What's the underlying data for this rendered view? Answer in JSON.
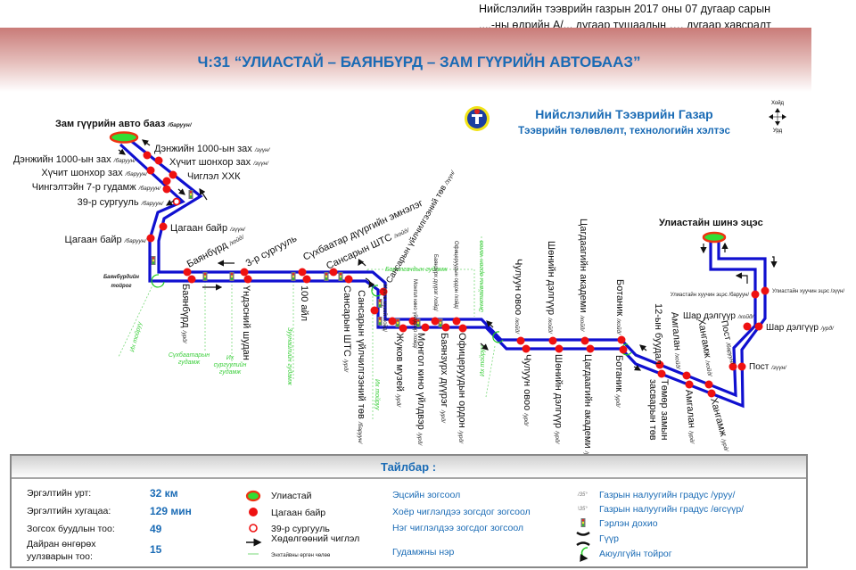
{
  "header": {
    "note_line1": "Нийслэлийн тээврийн газрын 2017 оны 07 дугаар  сарын",
    "note_line2": "....-ны өдрийн А/... дугаар тушаалын …. дугаар хавсралт",
    "title": "Ч:31 “УЛИАСТАЙ – БАЯНБҮРД – ЗАМ ГҮҮРИЙН АВТОБААЗ”",
    "org_name": "Нийслэлийн Тээврийн Газар",
    "org_dept": "Тээврийн төлөвлөлт, технологийн хэлтэс",
    "compass_north": "Хойд",
    "compass_south": "Урд"
  },
  "colors": {
    "route": "#1010d0",
    "stop": "#ee1111",
    "terminal_fill": "#33dd33",
    "street": "#3ecf3e",
    "title": "#1a6bb5"
  },
  "stops": {
    "depot": {
      "name": "Зам гүүрийн авто бааз",
      "dir": "/баруун/"
    },
    "denj_e": {
      "name": "Дэнжийн 1000-ын зах",
      "dir": "/зүүн/"
    },
    "huchit_e": {
      "name": "Хүчит шонхор зах",
      "dir": "/зүүн/"
    },
    "chiglel": {
      "name": "Чиглэл ХХК"
    },
    "denj_w": {
      "name": "Дэнжийн 1000-ын зах",
      "dir": "/баруун/"
    },
    "huchit_w": {
      "name": "Хүчит шонхор зах",
      "dir": "/баруун/"
    },
    "chingeltei": {
      "name": "Чингэлтэйн 7-р гудамж",
      "dir": "/баруун/"
    },
    "school39": {
      "name": "39-р сургууль",
      "dir": "/баруун/"
    },
    "tsagaan_e": {
      "name": "Цагаан байр",
      "dir": "/зүүн/"
    },
    "tsagaan_w": {
      "name": "Цагаан байр",
      "dir": "/баруун/"
    },
    "bayanburd_n": {
      "name": "Баянбүрд",
      "dir": "/хойд/"
    },
    "school3": {
      "name": "3-р сургууль"
    },
    "sbd_hosp": {
      "name": "Сүхбаатар дүүргийн эмнэлэг"
    },
    "sansar_shts_n": {
      "name": "Сансарын ШТС",
      "dir": "/хойд/"
    },
    "sansar_tov_e": {
      "name": "Сансарын үйлчилгээний төв",
      "dir": "/зүүн/"
    },
    "bayanburd_s": {
      "name": "Баянбүрд",
      "dir": "/урд/"
    },
    "undesnii": {
      "name": "Үндэсний шудан"
    },
    "ail100": {
      "name": "100 айл"
    },
    "sansar_shts_s": {
      "name": "Сансарын ШТС",
      "dir": "/урд/"
    },
    "sansar_tov_w": {
      "name": "Сансарын үйлчилгээний төв",
      "dir": "/баруун/"
    },
    "jukov_n": {
      "name": "Жуков музей /",
      "dir": "хойд/"
    },
    "kino_n": {
      "name": "Монгол кино үйлдвэр /хойд/"
    },
    "bzd_n": {
      "name": "Баянзүрх дүүрэг /хойд/"
    },
    "ofits_n": {
      "name": "Офицеруудын ордон /хойд/"
    },
    "jukov_s": {
      "name": "Жуков музей",
      "dir": "/урд/"
    },
    "kino_s": {
      "name": "Монгол кино үйлдвэр",
      "dir": "/урд/"
    },
    "bzd_s": {
      "name": "Баянзүрх дүүрэг",
      "dir": "/урд/"
    },
    "ofits_s": {
      "name": "Офицеруудын ордон",
      "dir": "/урд/"
    },
    "chuluun_n": {
      "name": "Чулуун овоо",
      "dir": "/хойд/"
    },
    "shonii_n": {
      "name": "Шөнийн дэлгүүр",
      "dir": "/хойд/"
    },
    "akademi_n": {
      "name": "Цагдаагийн академи",
      "dir": "/хойд/"
    },
    "botanik_n": {
      "name": "Ботаник",
      "dir": "/хойд/"
    },
    "chuluun_s": {
      "name": "Чулуун овоо",
      "dir": "/урд/"
    },
    "shonii_s": {
      "name": "Шөнийн дэлгүүр",
      "dir": "/урд/"
    },
    "akademi_s": {
      "name": "Цагдаагийн академи",
      "dir": "/урд/"
    },
    "botanik_s": {
      "name": "Ботаник",
      "dir": "/урд/"
    },
    "bud12": {
      "name": "12-ын буудал"
    },
    "tomor_1": {
      "name": "Төмөр замын"
    },
    "tomor_2": {
      "name": "засварын төв"
    },
    "amgalan_n": {
      "name": "Амгалан",
      "dir": "/хойд/"
    },
    "hangamj_n": {
      "name": "Хангамж",
      "dir": "/хойд/"
    },
    "post_w": {
      "name": "Пост",
      "dir": "/баруун/"
    },
    "amgalan_s": {
      "name": "Амгалан",
      "dir": "/урд/"
    },
    "hangamj_s": {
      "name": "Хангамж",
      "dir": "/урд/"
    },
    "uliastai_new": {
      "name": "Улиастайн шинэ эцэс"
    },
    "uliastai_old_w": {
      "name": "Улиастайн хуучин эцэс",
      "dir": "/баруун/"
    },
    "uliastai_old_e": {
      "name": "Улиастайн хуучин эцэс",
      "dir": "/зүүн/"
    },
    "shar_n": {
      "name": "Шар дэлгүүр",
      "dir": "/хойд/"
    },
    "shar_s": {
      "name": "Шар дэлгүүр",
      "dir": "/урд/"
    },
    "post_e": {
      "name": "Пост",
      "dir": "/зүүн/"
    }
  },
  "places": {
    "bayanburd_circle_1": "Баянбүрдийн",
    "bayanburd_circle_2": "тойрог"
  },
  "streets": {
    "ikh_toiruu_1": "Их тойруу",
    "sukhbaatar_1": "Сүхбаатарын",
    "sukhbaatar_2": "гудамж",
    "university_1": "Их",
    "university_2": "сургуулийн",
    "university_3": "гудамж",
    "zuun_ail": "Зуунайлийн гудамж",
    "barilgachid": "Барилгачдын гудамж",
    "ikh_toiruu_2": "Их тойруу",
    "enkhtaivan": "Энхтайвны өргөн чөлөө",
    "ikh_toiruu_3": "Их тойруу"
  },
  "legend": {
    "title": "Тайлбар :",
    "stats": [
      {
        "label": "Эргэлтийн урт:",
        "value": "32 км"
      },
      {
        "label": "Эргэлтийн хугацаа:",
        "value": "129 мин"
      },
      {
        "label": "Зогсох буудлын тоо:",
        "value": "49"
      },
      {
        "label_1": "Дайран өнгөрөх",
        "label_2": "уулзварын тоо:",
        "value": "15"
      }
    ],
    "symbols": {
      "terminal": "Улиастай",
      "stop": "Цагаан байр",
      "hollow_stop": "39-р сургууль",
      "direction": "Хөдөлгөөний чиглэл",
      "street_line": "Энхтайвны өргөн чөлөө"
    },
    "text_styles": {
      "final_stop": "Эцсийн зогсоол",
      "two_way_stop": "Хоёр чиглэлдээ зогсдог зогсоол",
      "one_way_stop": "Нэг чиглэлдээ зогсдог зогсоол",
      "street_name": "Гудамжны нэр"
    },
    "icons": {
      "slope_down_val": "/35°",
      "slope_down": "Газрын налуугийн градус /уруу/",
      "slope_up_val": "\\35°",
      "slope_up": "Газрын налуугийн градус /өгсүүр/",
      "traffic_light": "Гэрлэн дохио",
      "bridge": "Гүүр",
      "roundabout": "Аюулгүйн тойрог"
    }
  }
}
